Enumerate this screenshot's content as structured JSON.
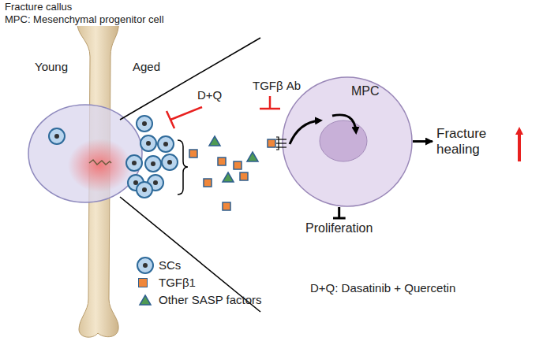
{
  "diagram": {
    "nodes": [
      {
        "text": [
          "MPC"
        ]
      },
      {
        "text": [
          "Fracture healing"
        ]
      },
      {
        "text": [
          "Proliferation"
        ]
      }
    ],
    "edges": [
      {
        "from": 0,
        "to": 1,
        "arrow": "to"
      },
      {
        "from": 0,
        "to": 2,
        "arrow": "to"
      }
    ],
    "labels": [
      "Fracture callus",
      "MPC: Mesenchymal progenitor cell",
      "Young",
      "Aged",
      "D+Q",
      "TGFβ Ab",
      "D+Q: Dasatinib + Quercetin"
    ],
    "legend": [
      {
        "text": "SCs"
      },
      {
        "text": "TGFβ1",
        "color": "#f0873a"
      },
      {
        "text": "Other SASP factors"
      }
    ]
  }
}
